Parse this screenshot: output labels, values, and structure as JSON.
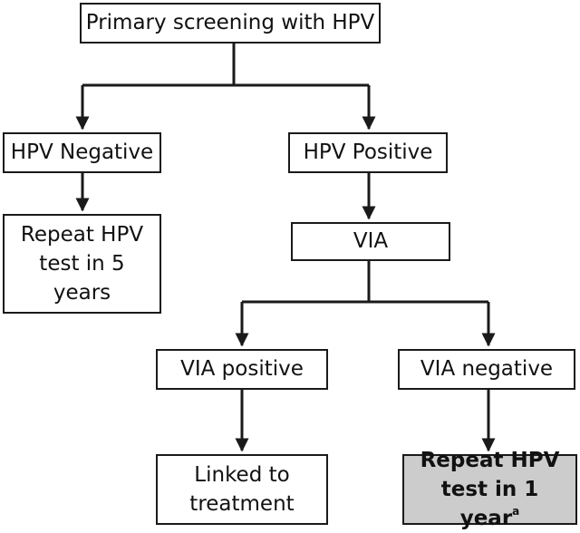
{
  "nodes": {
    "primary_screening": "Primary screening with HPV",
    "hpv_negative": "HPV Negative",
    "hpv_positive": "HPV Positive",
    "repeat_hpv_5_years": "Repeat HPV test in 5 years",
    "via": "VIA",
    "via_positive": "VIA positive",
    "via_negative": "VIA negative",
    "linked_to_treatment": "Linked to treatment",
    "repeat_hpv_1_year": "Repeat HPV test in 1 year",
    "repeat_hpv_1_year_footnote": "a"
  },
  "colors": {
    "stroke": "#1a1a1a",
    "highlight_fill": "#cccccc",
    "box_fill": "#ffffff"
  }
}
